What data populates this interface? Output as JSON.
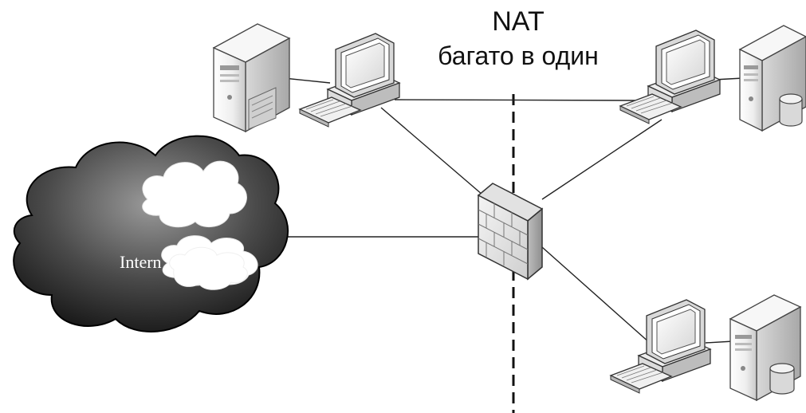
{
  "title": {
    "line1": "NAT",
    "line2": "багато в один"
  },
  "internet_label": "Intern",
  "icons": {
    "cloud": "internet-cloud-icon",
    "firewall": "firewall-icon",
    "workstation": "workstation-icon",
    "server": "server-tower-icon"
  }
}
